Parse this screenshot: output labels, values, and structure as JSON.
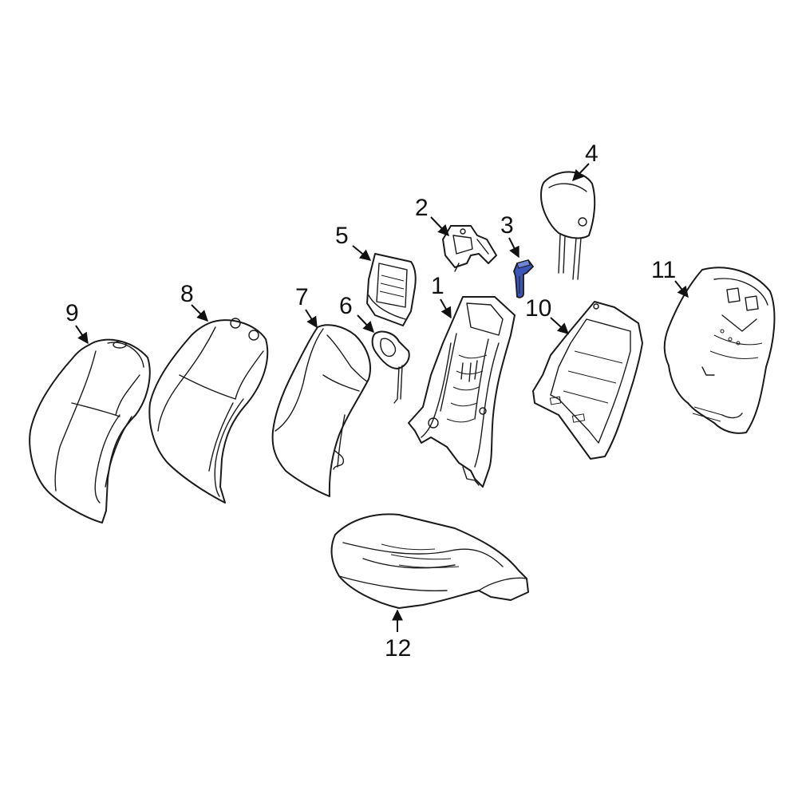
{
  "colors": {
    "line": "#1a1a1a",
    "highlight": "#3b55b8",
    "background": "#ffffff"
  },
  "callouts": {
    "c1": "1",
    "c2": "2",
    "c3": "3",
    "c4": "4",
    "c5": "5",
    "c6": "6",
    "c7": "7",
    "c8": "8",
    "c9": "9",
    "c10": "10",
    "c11": "11",
    "c12": "12"
  },
  "highlighted_part": "3"
}
